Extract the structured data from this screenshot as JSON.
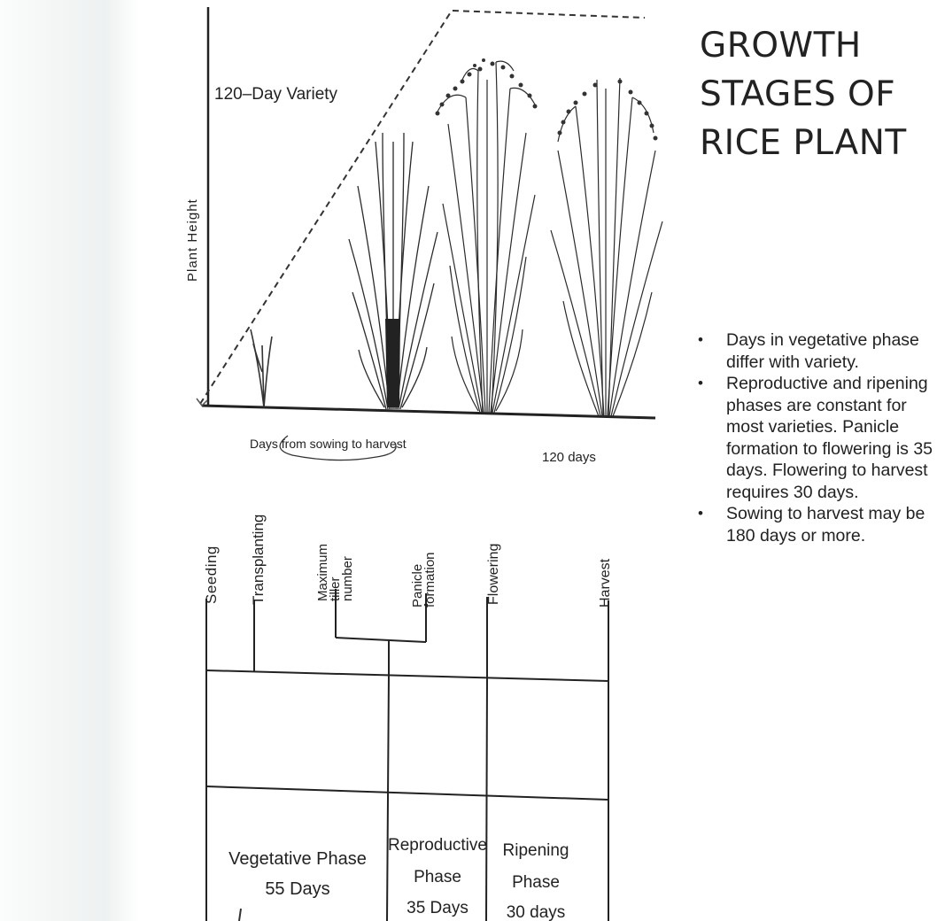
{
  "title_lines": [
    "GROWTH",
    "STAGES OF",
    "RICE PLANT"
  ],
  "plot": {
    "variety_label": "120–Day Variety",
    "y_axis_label": "Plant Height",
    "x_caption": "Days from sowing to harvest",
    "end_label": "120 days"
  },
  "stages": [
    "Seeding",
    "Transplanting",
    "Maximum tiller number",
    "Panicle formation",
    "Flowering",
    "Harvest"
  ],
  "phases": [
    {
      "name": "Vegetative Phase",
      "duration": "55 Days"
    },
    {
      "name": "Reproductive Phase",
      "duration": "35 Days"
    },
    {
      "name": "Ripening Phase",
      "duration": "30 days"
    }
  ],
  "notes": [
    "Days in vegetative phase differ with variety.",
    "Reproductive and ripening phases are constant for most varieties. Panicle formation to flowering is 35 days. Flowering to harvest requires 30 days.",
    "Sowing to harvest may be 180 days or more."
  ],
  "colors": {
    "ink": "#222222",
    "margin": "#eef1f1"
  }
}
